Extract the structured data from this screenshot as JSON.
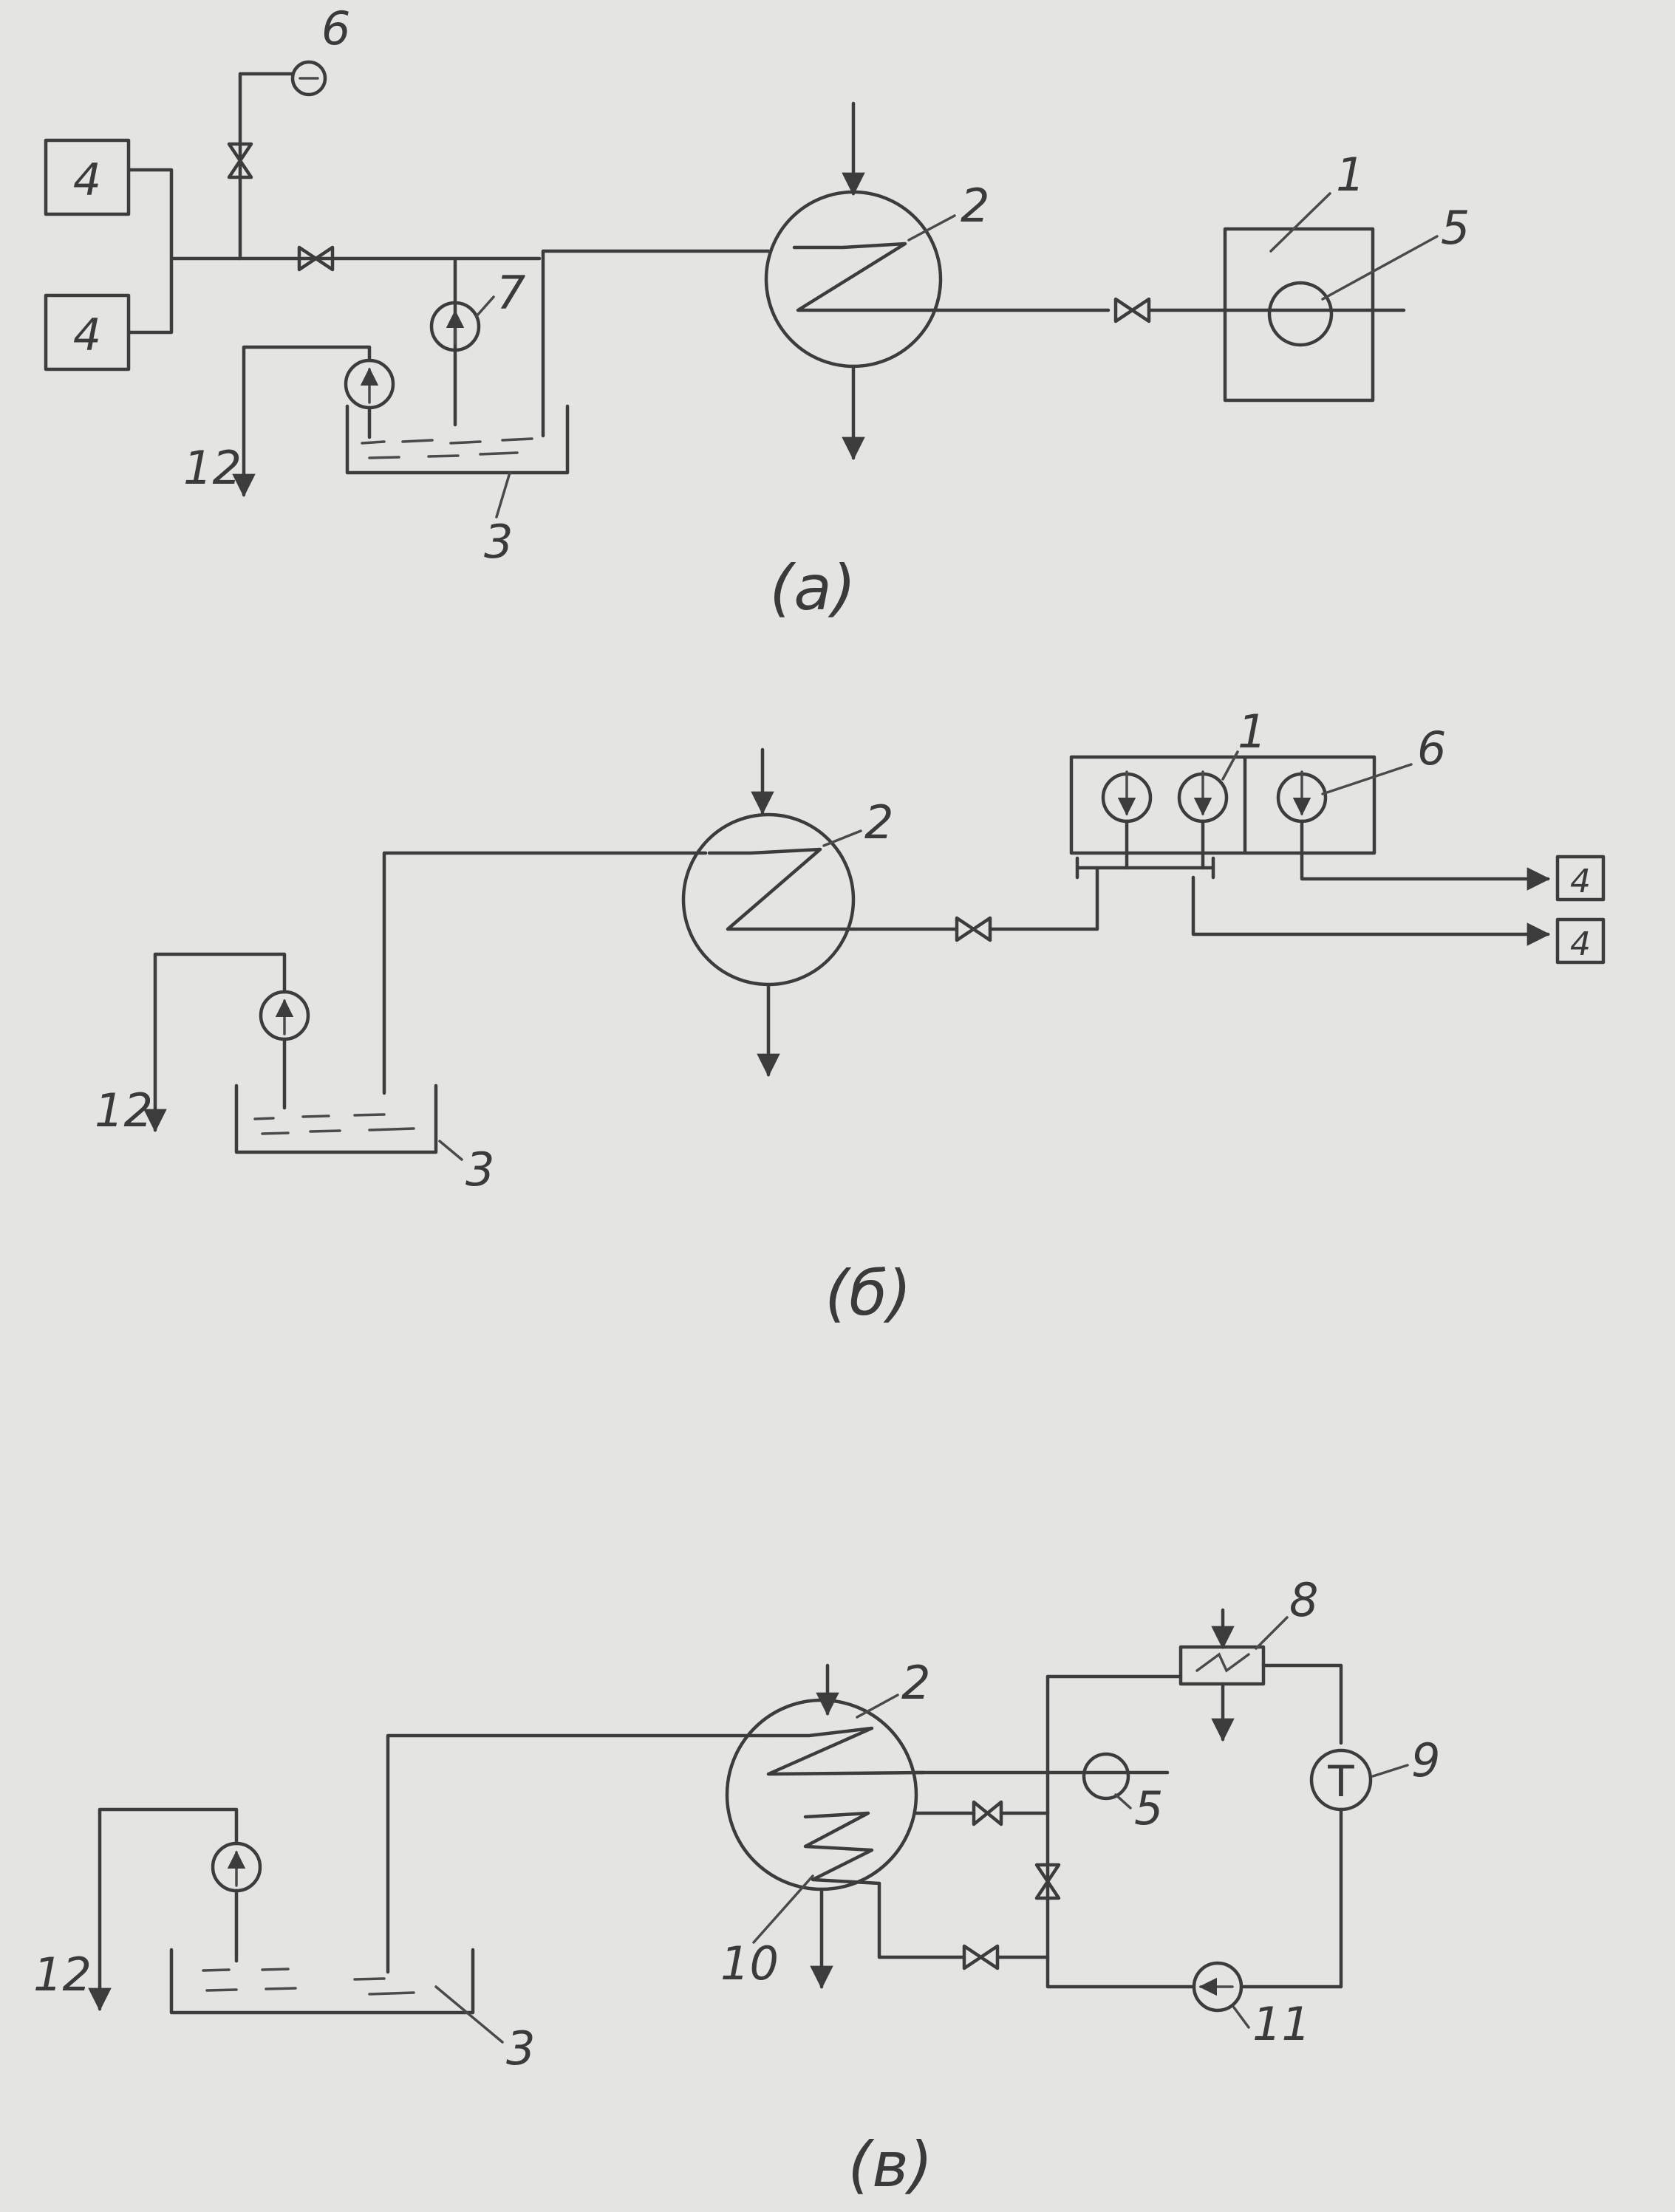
{
  "labels": {
    "one": "1",
    "two": "2",
    "three": "3",
    "four": "4",
    "five": "5",
    "six": "6",
    "seven": "7",
    "eight": "8",
    "nine": "9",
    "ten": "10",
    "eleven": "11",
    "twelve": "12",
    "turbine_symbol": "T"
  },
  "captions": {
    "a": "(а)",
    "b": "(б)",
    "c": "(в)"
  },
  "colors": {
    "paper": "#e4e4e2",
    "pencil": "#3c3c3c"
  }
}
